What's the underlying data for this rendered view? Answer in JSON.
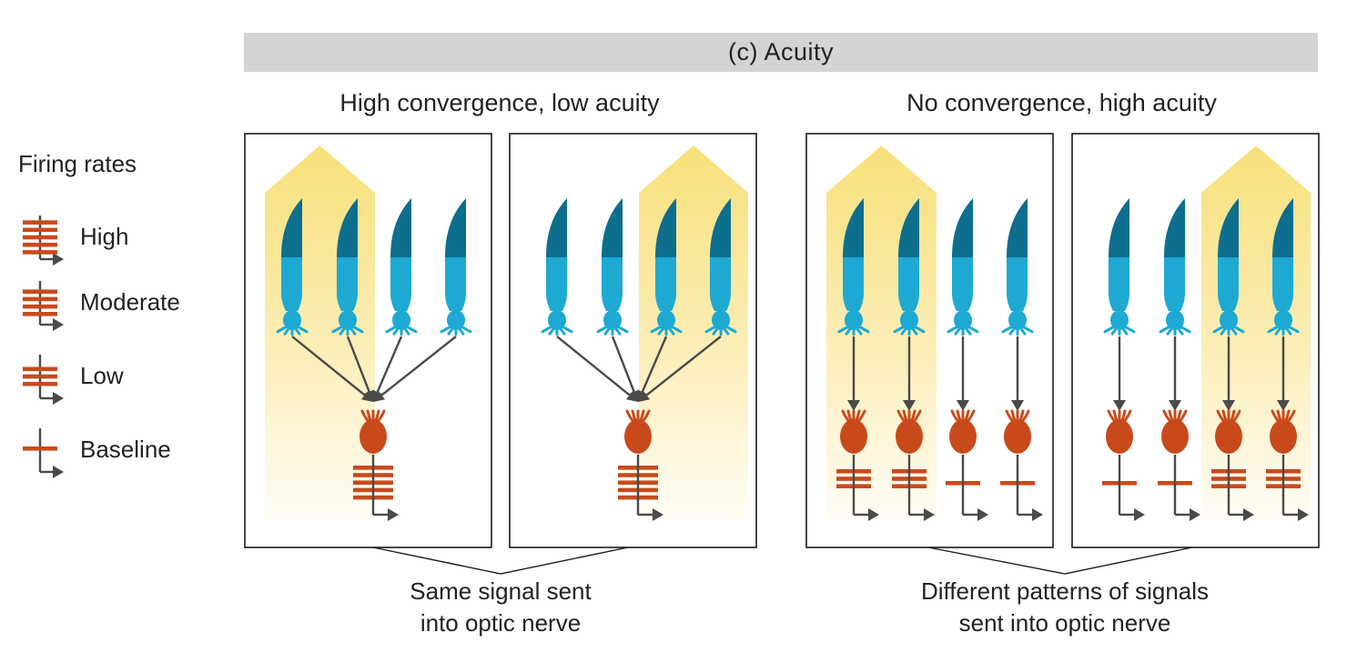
{
  "banner": {
    "title": "(c)  Acuity"
  },
  "subheads": {
    "left": "High convergence, low acuity",
    "right": "No convergence, high acuity"
  },
  "legend": {
    "title": "Firing rates",
    "items": [
      {
        "label": "High",
        "bars": 5
      },
      {
        "label": "Moderate",
        "bars": 4
      },
      {
        "label": "Low",
        "bars": 3
      },
      {
        "label": "Baseline",
        "bars": 1
      }
    ]
  },
  "captions": {
    "left": [
      "Same signal sent",
      "into optic nerve"
    ],
    "right": [
      "Different patterns of signals",
      "sent into optic nerve"
    ]
  },
  "colors": {
    "cone_tip": "#0d6e8e",
    "cone_body": "#1ea9d3",
    "ganglion": "#c84a1b",
    "light": "#f7e07a",
    "arrow": "#4a4a4a",
    "banner": "#d4d4d4"
  },
  "panels": [
    {
      "name": "convergent-left-lit",
      "convergent": true,
      "lit": [
        0,
        1
      ],
      "outputs": [
        5
      ]
    },
    {
      "name": "convergent-right-lit",
      "convergent": true,
      "lit": [
        2,
        3
      ],
      "outputs": [
        5
      ]
    },
    {
      "name": "separate-left-lit",
      "convergent": false,
      "lit": [
        0,
        1
      ],
      "outputs": [
        3,
        3,
        1,
        1
      ]
    },
    {
      "name": "separate-right-lit",
      "convergent": false,
      "lit": [
        2,
        3
      ],
      "outputs": [
        1,
        1,
        3,
        3
      ]
    }
  ]
}
